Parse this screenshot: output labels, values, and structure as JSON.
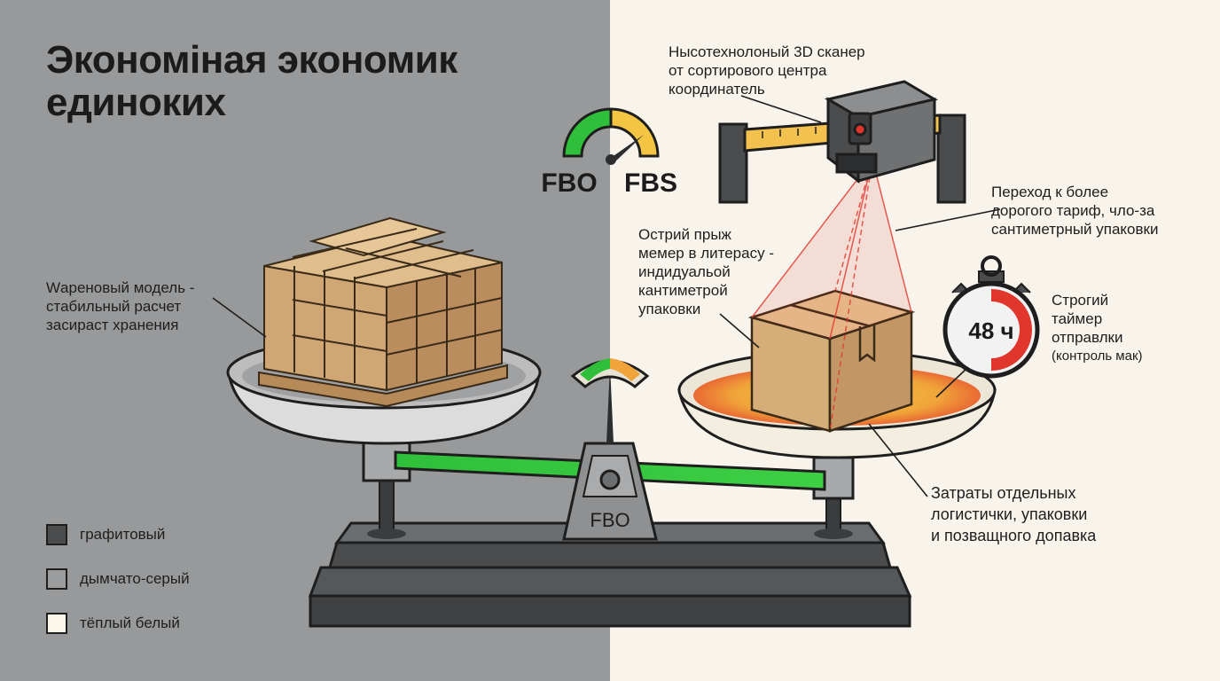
{
  "title": {
    "line1": "Экономiная экономик",
    "line2": "единоких"
  },
  "gauge": {
    "left_label": "FBO",
    "right_label": "FBS"
  },
  "scale_base_label": "FBO",
  "labels": {
    "scanner": [
      "Ныcотехнолоный 3D сканер",
      "от сортирового центра",
      "координатель"
    ],
    "tariff": [
      "Переход к более",
      "дорогого тариф, чло-за",
      "сантиметрный упаковки"
    ],
    "pallet": [
      "Wареновый модель -",
      "стабильный расчет",
      "засираст хранения"
    ],
    "package": [
      "Острий прыж",
      "мемер в литерасу -",
      "индидуальой",
      "кантиметрой",
      "упаковки"
    ],
    "timer_text": [
      "Строгий",
      "таймер",
      "отправлки",
      "(контроль мак)"
    ],
    "costs": [
      "Затраты отдельных",
      "логистички, упаковки",
      "и позващного допавка"
    ]
  },
  "timer": {
    "value": "48 ч"
  },
  "legend": [
    {
      "label": "графитовый",
      "color": "#4a4c4e"
    },
    {
      "label": "дымчато-серый",
      "color": "#9a9c9e"
    },
    {
      "label": "тёплый белый",
      "color": "#fbf6ea"
    }
  ],
  "colors": {
    "graphite": "#4a4c4e",
    "smoke": "#97999b",
    "warm_white": "#f8f4ec",
    "green": "#2fbf3a",
    "red": "#e0362c",
    "yellow": "#f4c542",
    "cardboard": "#d5b27f"
  }
}
